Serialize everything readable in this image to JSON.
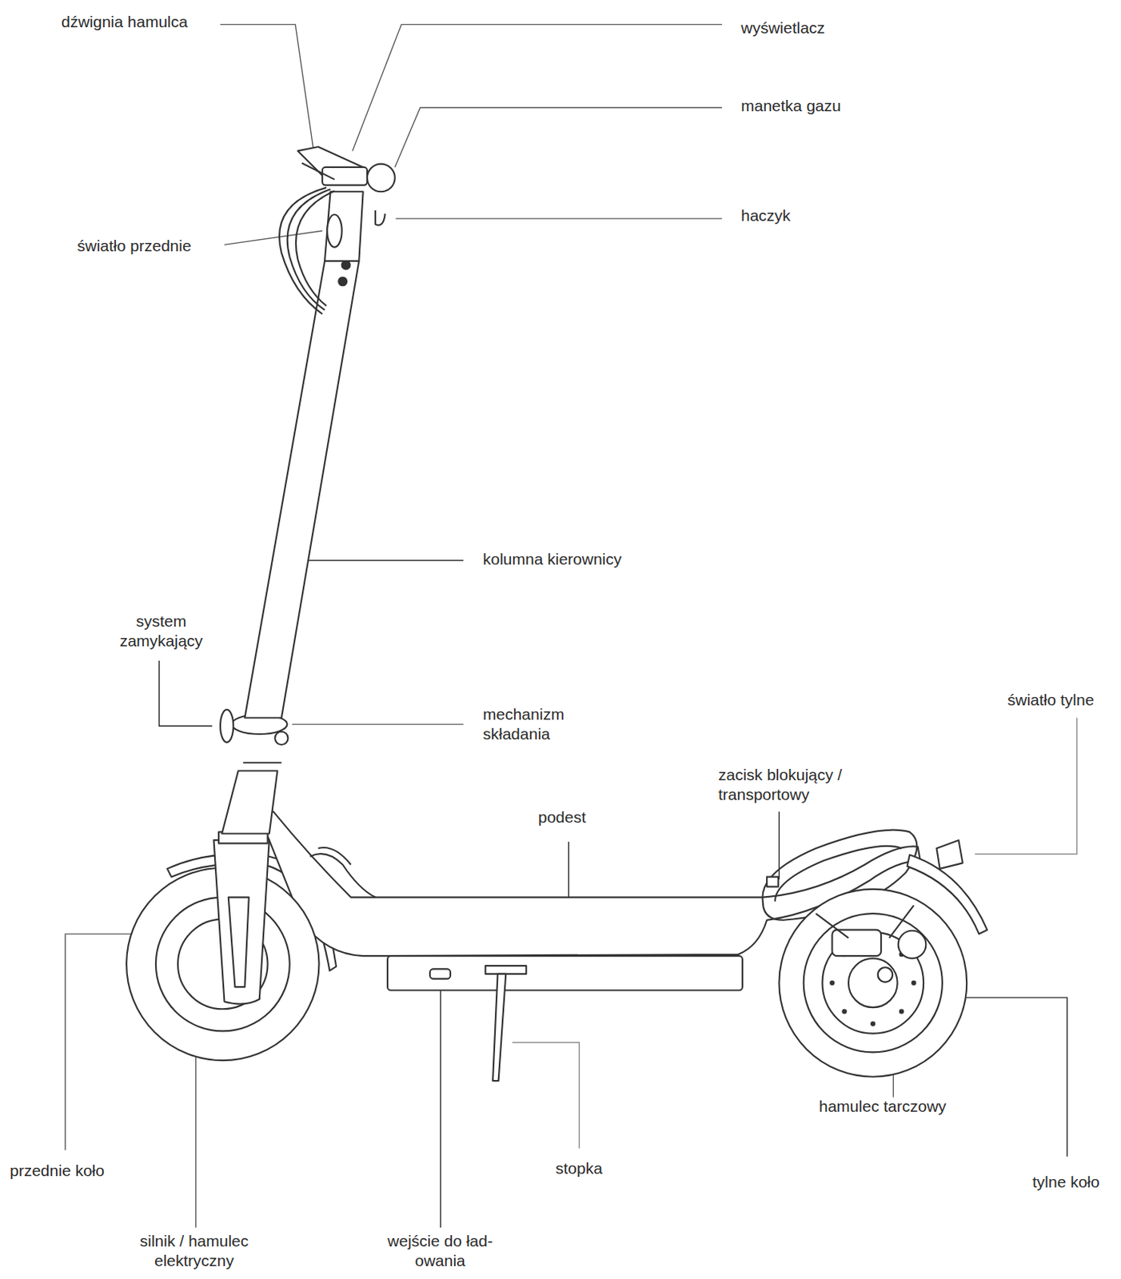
{
  "diagram": {
    "labels": [
      "dźwignia hamulca",
      "wyświetlacz",
      "manetka gazu",
      "haczyk",
      "światło przednie",
      "kolumna kierownicy",
      "system zamykający",
      "mechanizm składania",
      "światło tylne",
      "zacisk blokujący / transportowy",
      "podest",
      "przednie koło",
      "stopka",
      "hamulec tarczowy",
      "tylne koło",
      "silnik / hamulec elektryczny",
      "wejście do ład- owania"
    ]
  }
}
